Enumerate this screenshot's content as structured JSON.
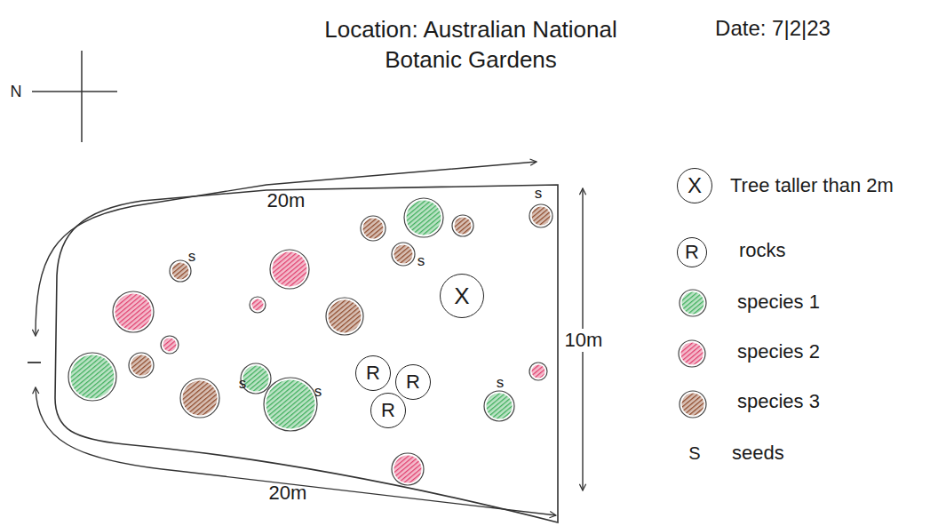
{
  "diagram": {
    "title": "Location: Australian National Botanic Gardens",
    "nodes": [
      {
        "text": [
          "X"
        ]
      },
      {
        "text": [
          "R"
        ]
      },
      {
        "text": [
          "R"
        ]
      },
      {
        "text": [
          "R"
        ]
      },
      {
        "text": [
          "X"
        ]
      },
      {
        "text": [
          "R"
        ]
      }
    ],
    "labels": [
      "Date: 7|2|23",
      "N",
      "20m",
      "20m",
      "10m",
      "S",
      "s",
      "s",
      "s",
      "s",
      "s",
      "s"
    ],
    "legend": [
      {
        "text": "Tree taller than 2m"
      },
      {
        "text": "rocks"
      },
      {
        "text": "species 1",
        "color": "#3fae5c"
      },
      {
        "text": "species 2",
        "color": "#e0406e"
      },
      {
        "text": "species 3",
        "color": "#8e4a2c"
      },
      {
        "text": "seeds"
      }
    ]
  }
}
